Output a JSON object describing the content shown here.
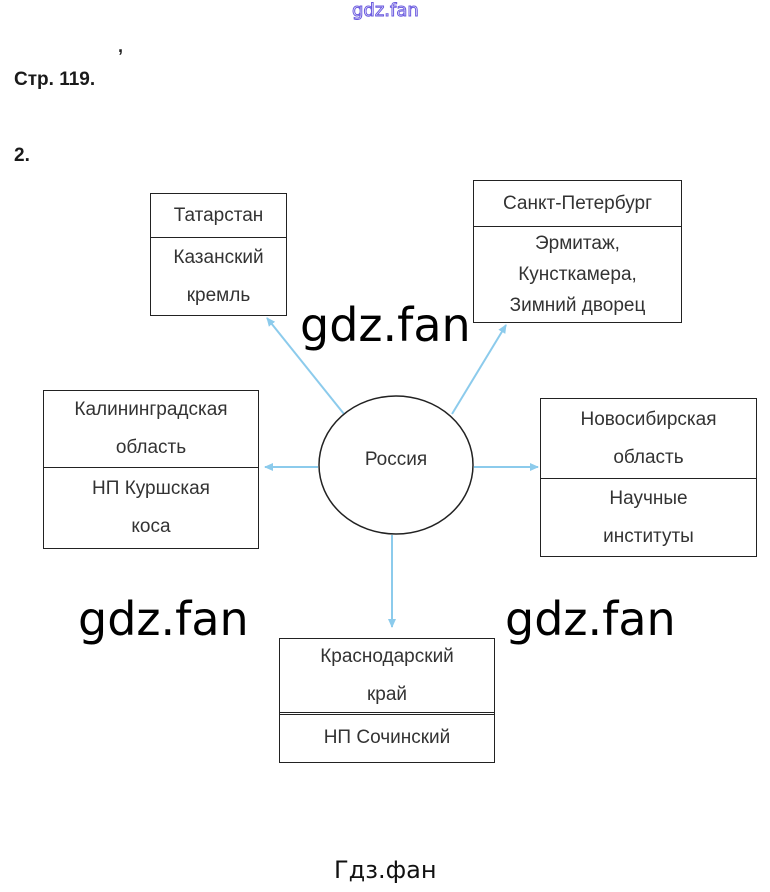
{
  "watermarks": {
    "top": "gdz.fan",
    "middle": "gdz.fan",
    "left": "gdz.fan",
    "right": "gdz.fan",
    "bottom": "Гдз.фан"
  },
  "header": {
    "stray_mark": ",",
    "page": "Стр. 119.",
    "task": "2."
  },
  "diagram": {
    "center": "Россия",
    "arrow_color": "#8ccbec",
    "nodes": {
      "tatarstan": {
        "region": "Татарстан",
        "sight": "Казанский\nкремль"
      },
      "spb": {
        "region": "Санкт-Петербург",
        "sight": "Эрмитаж,\nКунсткамера,\nЗимний дворец"
      },
      "kaliningrad": {
        "region": "Калининградская\nобласть",
        "sight": "НП Куршская\nкоса"
      },
      "novosibirsk": {
        "region": "Новосибирская\nобласть",
        "sight": "Научные\nинституты"
      },
      "krasnodar": {
        "region": "Краснодарский\nкрай",
        "sight": "НП Сочинский"
      }
    }
  }
}
